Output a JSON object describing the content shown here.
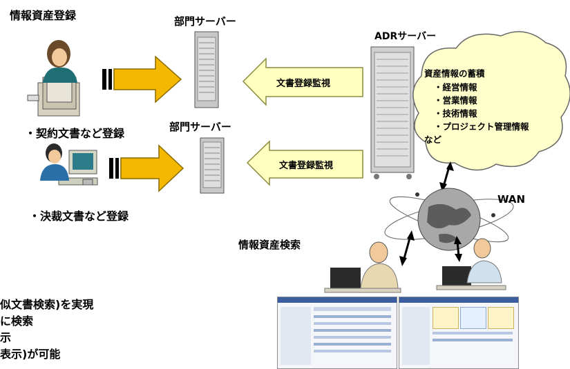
{
  "title_register": "情報資産登録",
  "dept_server_top": "部門サーバー",
  "dept_server_mid": "部門サーバー",
  "adr_server": "ADRサーバー",
  "monitor_top": "文書登録監視",
  "monitor_bottom": "文書登録監視",
  "register_contract": "・契約文書など登録",
  "register_approval": "・決裁文書など登録",
  "cloud": {
    "heading": "資産情報の蓄積",
    "items": [
      "・経営情報",
      "・営業情報",
      "・技術情報",
      "・プロジェクト管理情報"
    ],
    "footer": "など"
  },
  "wan": "WAN",
  "title_search": "情報資産検索",
  "notes": [
    "似文書検索)を実現",
    "に検索",
    "示",
    "表示)が可能"
  ],
  "colors": {
    "arrow_fill": "#f5b800",
    "arrow_stroke": "#8a6a00",
    "callout_fill": "#ffffc0",
    "cloud_fill": "#ffffcc"
  }
}
